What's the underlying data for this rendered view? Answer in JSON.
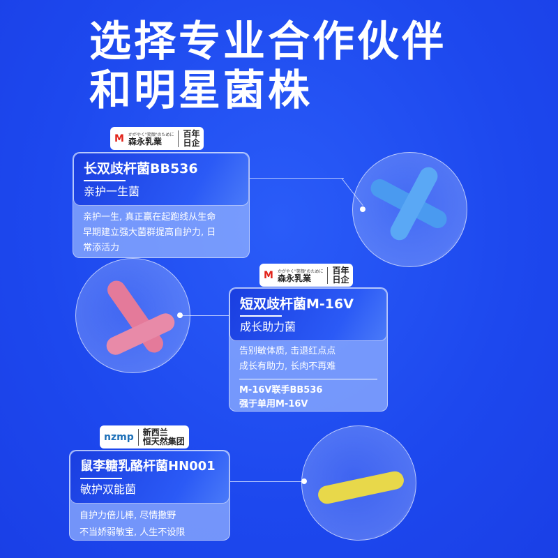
{
  "title": {
    "line1": "选择专业合作伙伴",
    "line2": "和明星菌株"
  },
  "strains": [
    {
      "brand": {
        "mark": "M",
        "name": "森永乳業",
        "tagline": "かがやく\"笑顔\"のために",
        "badge1": "百年",
        "badge2": "日企"
      },
      "name": "长双歧杆菌BB536",
      "subtitle": "亲护一生菌",
      "desc": [
        "亲护一生, 真正赢在起跑线从生命",
        "早期建立强大菌群提高自护力, 日",
        "常添活力"
      ],
      "rod_color": "#4a9af0"
    },
    {
      "brand": {
        "mark": "M",
        "name": "森永乳業",
        "tagline": "かがやく\"笑顔\"のために",
        "badge1": "百年",
        "badge2": "日企"
      },
      "name": "短双歧杆菌M-16V",
      "subtitle": "成长助力菌",
      "desc": [
        "告别敏体质, 击退红点点",
        "成长有助力, 长肉不再难"
      ],
      "extra": [
        "M-16V联手BB536",
        "强于单用M-16V"
      ],
      "rod_color": "#e47a9a"
    },
    {
      "brand": {
        "mark": "nzmp",
        "name": "新西兰",
        "name2": "恒天然集团"
      },
      "name": "鼠李糖乳酪杆菌HN001",
      "subtitle": "敏护双能菌",
      "desc": [
        "自护力倍儿棒, 尽情撒野",
        "不当娇弱敏宝, 人生不设限"
      ],
      "rod_color": "#e8d84a"
    }
  ]
}
